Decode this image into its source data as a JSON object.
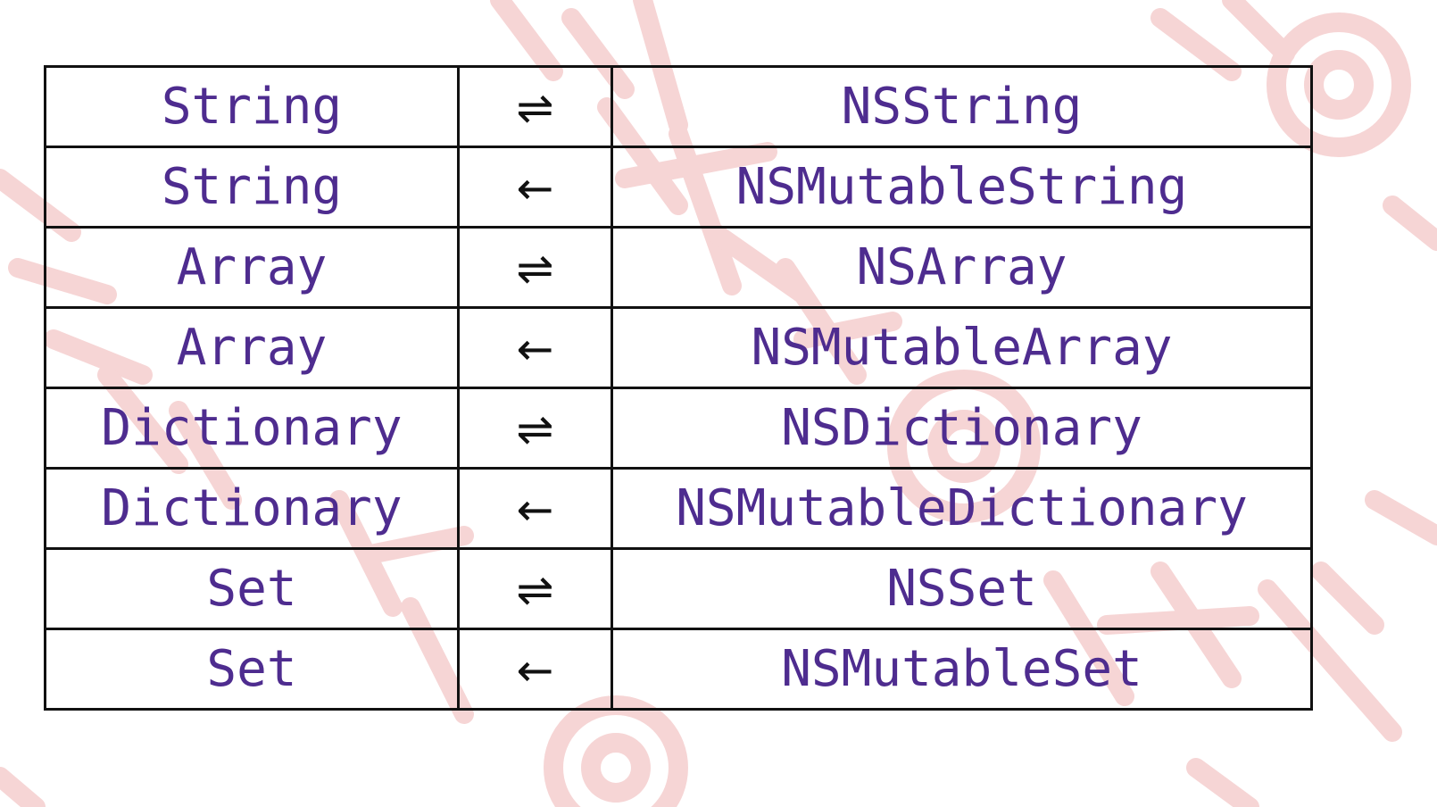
{
  "colors": {
    "type_name": "#4e2c8f",
    "arrow": "#111111",
    "border": "#111111",
    "watermark": "#f3c7c7"
  },
  "icons": {
    "bidirectional": "rightwards-over-leftwards-harpoon-icon",
    "one_way": "leftwards-arrow-icon"
  },
  "rows": [
    {
      "swift": "String",
      "arrow": "⇌",
      "ns": "NSString"
    },
    {
      "swift": "String",
      "arrow": "←",
      "ns": "NSMutableString"
    },
    {
      "swift": "Array",
      "arrow": "⇌",
      "ns": "NSArray"
    },
    {
      "swift": "Array",
      "arrow": "←",
      "ns": "NSMutableArray"
    },
    {
      "swift": "Dictionary",
      "arrow": "⇌",
      "ns": "NSDictionary"
    },
    {
      "swift": "Dictionary",
      "arrow": "←",
      "ns": "NSMutableDictionary"
    },
    {
      "swift": "Set",
      "arrow": "⇌",
      "ns": "NSSet"
    },
    {
      "swift": "Set",
      "arrow": "←",
      "ns": "NSMutableSet"
    }
  ]
}
